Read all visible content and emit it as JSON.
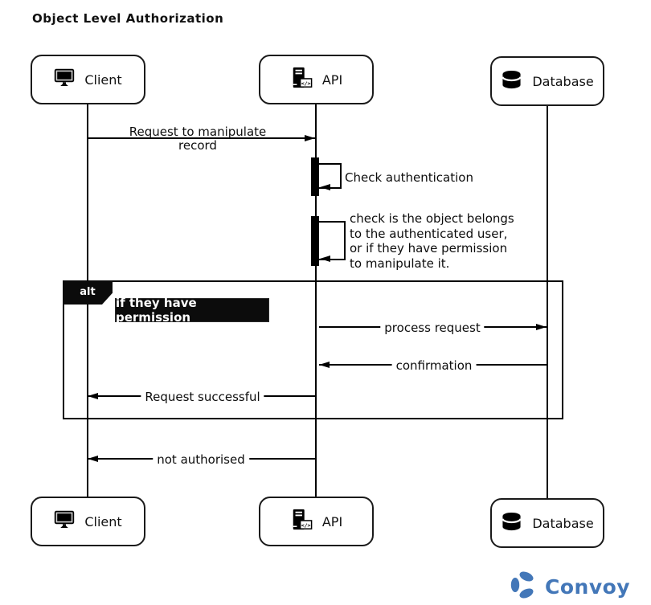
{
  "title": "Object Level Authorization",
  "actors": {
    "client": {
      "label": "Client",
      "icon": "monitor-icon"
    },
    "api": {
      "label": "API",
      "icon": "server-icon",
      "badge": "</>"
    },
    "database": {
      "label": "Database",
      "icon": "database-icon"
    }
  },
  "messages": {
    "request": {
      "line1": "Request to manipulate",
      "line2": "record",
      "from": "Client",
      "to": "API"
    },
    "check_auth": {
      "label": "Check authentication",
      "from": "API",
      "to": "API"
    },
    "check_object": {
      "line1": "check is the object belongs",
      "line2": "to the authenticated user,",
      "line3": "or if they have permission",
      "line4": "to manipulate it.",
      "from": "API",
      "to": "API"
    },
    "process_request": {
      "label": "process request",
      "from": "API",
      "to": "Database"
    },
    "confirmation": {
      "label": "confirmation",
      "from": "Database",
      "to": "API"
    },
    "request_successful": {
      "label": "Request successful",
      "from": "API",
      "to": "Client"
    },
    "not_authorised": {
      "label": "not authorised",
      "from": "API",
      "to": "Client"
    }
  },
  "alt_frame": {
    "tab_label": "alt",
    "condition_label": "if they have permission"
  },
  "branding": {
    "logo_text": "Convoy",
    "logo_color": "#4377b8"
  },
  "colors": {
    "stroke": "#000000",
    "background": "#ffffff",
    "label_bg": "#0c0c0c",
    "label_text": "#ffffff"
  }
}
